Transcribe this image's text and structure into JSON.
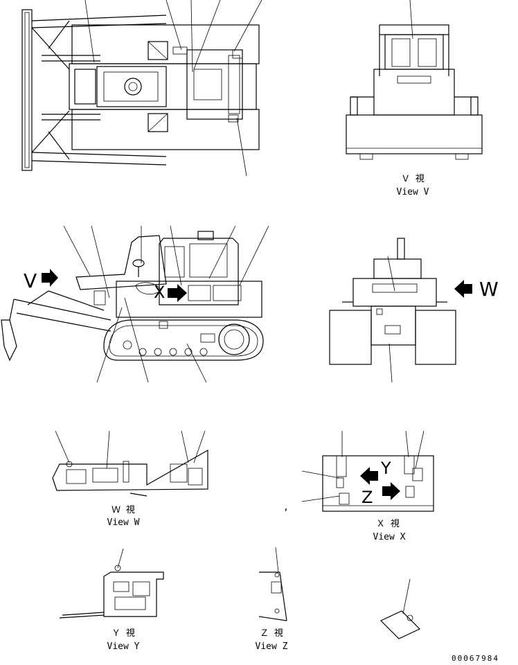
{
  "views": {
    "v": {
      "jp": "Ｖ 視",
      "en": "View V"
    },
    "w": {
      "jp": "Ｗ 視",
      "en": "View W"
    },
    "x": {
      "jp": "Ｘ 視",
      "en": "View X"
    },
    "y": {
      "jp": "Ｙ 視",
      "en": "View Y"
    },
    "z": {
      "jp": "Ｚ 視",
      "en": "View Z"
    }
  },
  "markers": {
    "v": "V",
    "w": "W",
    "x": "X",
    "y": "Y",
    "z": "Z"
  },
  "stray_mark": ",",
  "document_number": "00067984"
}
